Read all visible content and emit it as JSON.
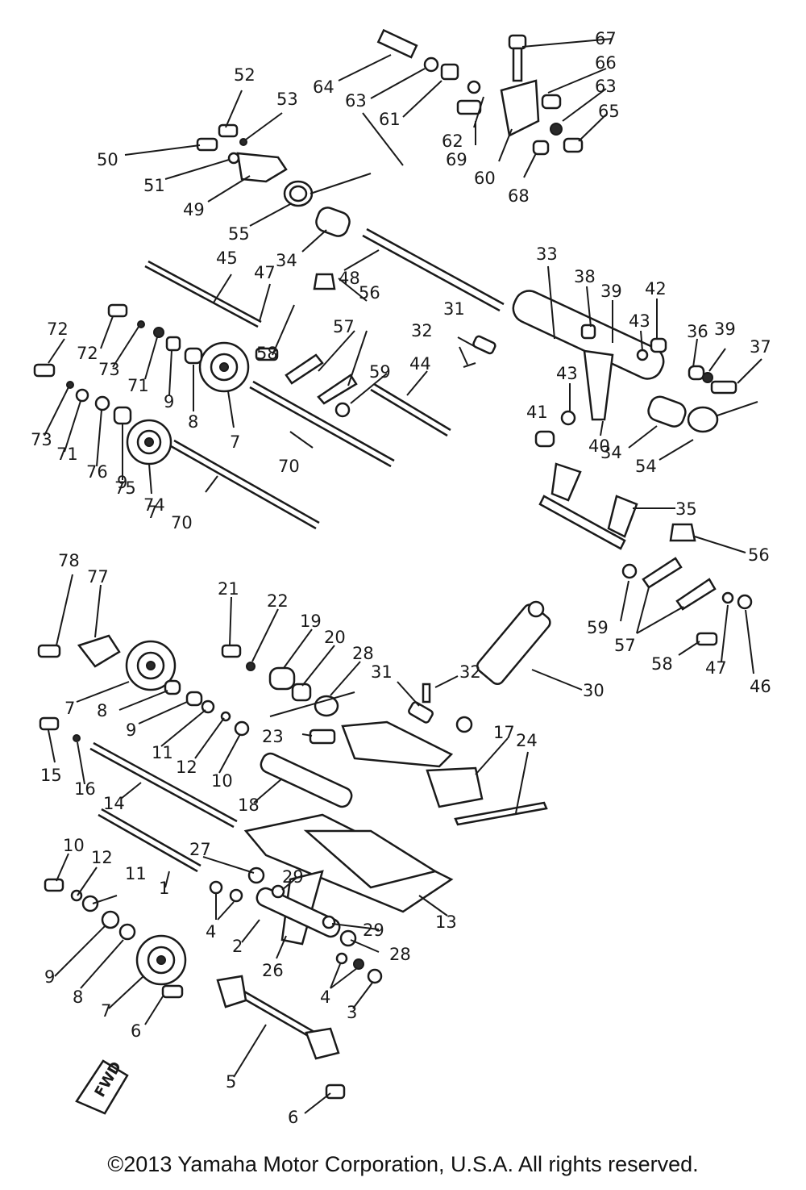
{
  "labels": [
    "1",
    "2",
    "3",
    "4",
    "4",
    "5",
    "6",
    "6",
    "7",
    "7",
    "7",
    "7",
    "8",
    "8",
    "8",
    "9",
    "9",
    "9",
    "9",
    "10",
    "10",
    "11",
    "11",
    "12",
    "12",
    "13",
    "14",
    "15",
    "16",
    "17",
    "18",
    "19",
    "20",
    "21",
    "22",
    "23",
    "24",
    "26",
    "27",
    "28",
    "28",
    "29",
    "29",
    "30",
    "31",
    "31",
    "32",
    "32",
    "33",
    "34",
    "34",
    "35",
    "36",
    "37",
    "38",
    "39",
    "39",
    "40",
    "41",
    "42",
    "43",
    "43",
    "44",
    "45",
    "46",
    "47",
    "47",
    "48",
    "49",
    "50",
    "51",
    "52",
    "53",
    "54",
    "55",
    "56",
    "56",
    "57",
    "57",
    "58",
    "58",
    "59",
    "59",
    "60",
    "61",
    "62",
    "63",
    "63",
    "64",
    "65",
    "66",
    "67",
    "68",
    "69",
    "70",
    "70",
    "71",
    "71",
    "72",
    "72",
    "73",
    "73",
    "74",
    "75",
    "76",
    "77",
    "78"
  ],
  "fwd_mark": "FWD",
  "copyright": "©2013 Yamaha Motor Corporation, U.S.A. All rights reserved."
}
